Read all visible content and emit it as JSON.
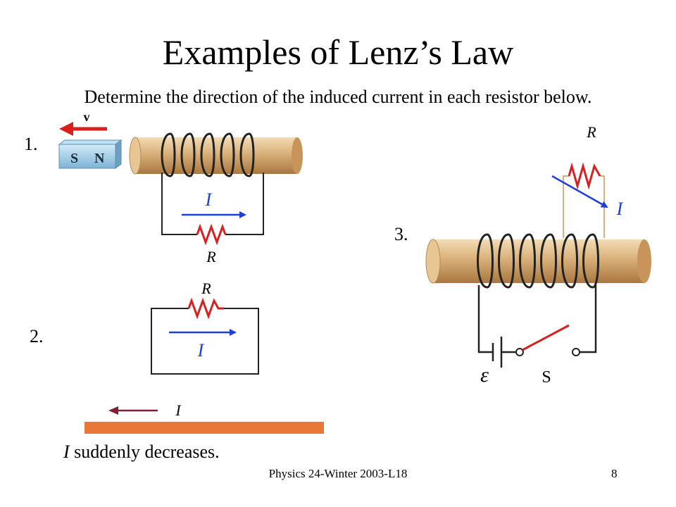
{
  "slide": {
    "title": "Examples of Lenz’s Law",
    "subtitle": "Determine the direction of the induced current in each resistor below.",
    "footer": "Physics 24-Winter 2003-L18",
    "page_number": "8"
  },
  "example1": {
    "number": "1.",
    "velocity_label": "v",
    "magnet_south": "S",
    "magnet_north": "N",
    "current_label": "I",
    "resistor_label": "R"
  },
  "example2": {
    "number": "2.",
    "resistor_label": "R",
    "current_label": "I",
    "wire_current_label": "I",
    "caption_symbol": "I",
    "caption_text": " suddenly decreases."
  },
  "example3": {
    "number": "3.",
    "resistor_label": "R",
    "current_label": "I",
    "emf_label": "ε",
    "switch_label": "S"
  },
  "colors": {
    "arrow_red": "#d8201e",
    "arrow_blue": "#1f3fd6",
    "solenoid": "#d9b07a",
    "wire_bar": "#e8783a",
    "magnet": "#8fc3e0"
  }
}
